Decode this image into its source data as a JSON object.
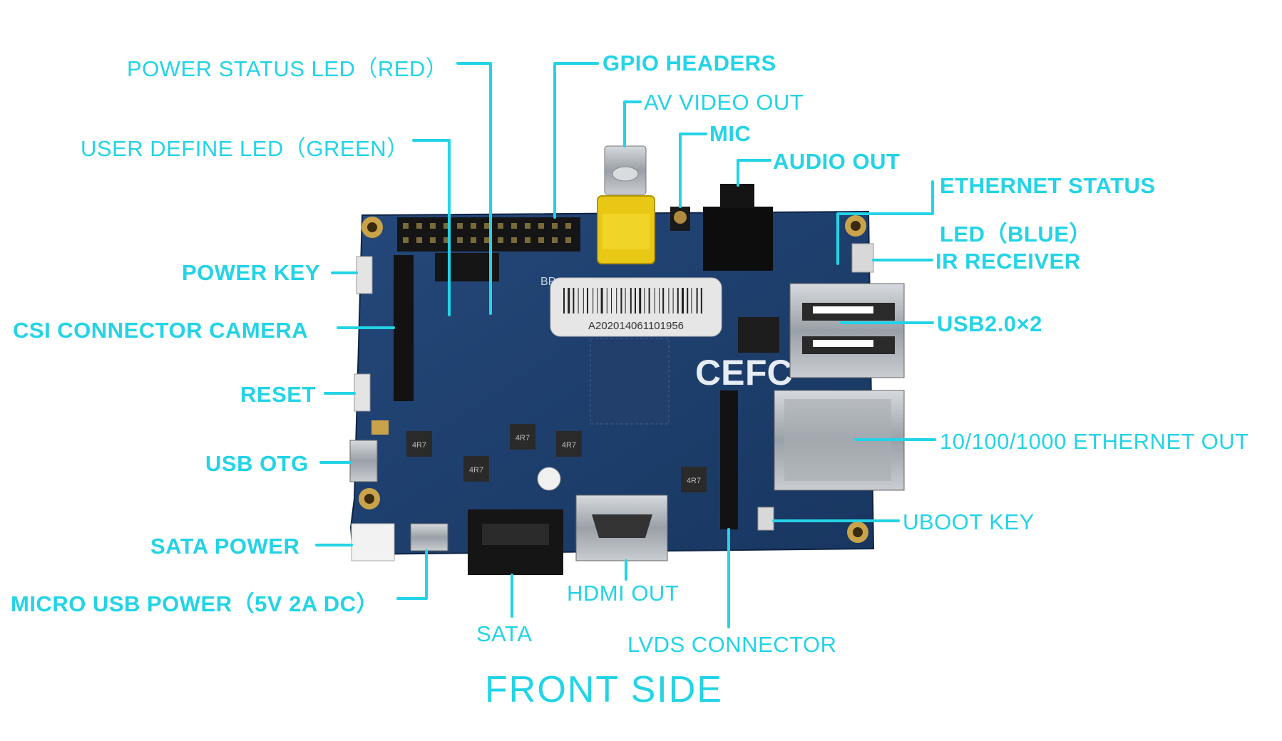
{
  "title": "FRONT SIDE",
  "board": {
    "label_sticker": "A202014061101956",
    "silkscreen": "BP",
    "ce_mark": "CE",
    "fcc_mark": "FC",
    "chip_marks": [
      "4R7",
      "4R7",
      "4R7",
      "4R7",
      "4R7"
    ]
  },
  "labels": {
    "power_status_led": "POWER STATUS LED（RED）",
    "gpio_headers": "GPIO HEADERS",
    "av_video_out": "AV VIDEO OUT",
    "mic": "MIC",
    "user_define_led": "USER DEFINE LED（GREEN）",
    "audio_out": "AUDIO OUT",
    "ethernet_status": "ETHERNET STATUS",
    "ethernet_status_led": "LED（BLUE）",
    "ir_receiver": "IR RECEIVER",
    "power_key": "POWER KEY",
    "csi_connector": "CSI CONNECTOR CAMERA",
    "usb2": "USB2.0×2",
    "reset": "RESET",
    "usb_otg": "USB OTG",
    "ethernet_out": "10/100/1000 ETHERNET OUT",
    "sata_power": "SATA POWER",
    "uboot_key": "UBOOT KEY",
    "micro_usb_power": "MICRO USB POWER（5V 2A DC）",
    "hdmi_out": "HDMI OUT",
    "sata": "SATA",
    "lvds_connector": "LVDS CONNECTOR"
  },
  "colors": {
    "label": "#23d3e6",
    "pcb": "#1f3f6c",
    "pcb_dark": "#142c52",
    "gold": "#c9a34a",
    "yellow_rca": "#e8c814",
    "metal": "#b9bec4"
  }
}
